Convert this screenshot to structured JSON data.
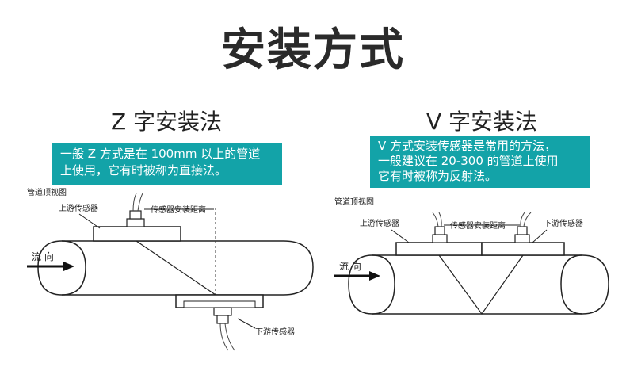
{
  "title": "安装方式",
  "z_method": {
    "heading": "Z 字安装法",
    "note_line1": "一般 Z 方式是在 100mm 以上的管道",
    "note_line2": "上使用，它有时被称为直接法。",
    "view_label": "管道顶视图",
    "upstream_label": "上游传感器",
    "distance_label": "传感器安装距离",
    "flow_label": "流 向",
    "downstream_label": "下游传感器"
  },
  "v_method": {
    "heading": "V 字安装法",
    "note_line1": "V 方式安装传感器是常用的方法，",
    "note_line2": "一般建议在 20-300 的管道上使用",
    "note_line3": "它有时被称为反射法。",
    "view_label": "管道顶视图",
    "upstream_label": "上游传感器",
    "distance_label": "传感器安装距离",
    "downstream_label": "下游传感器",
    "flow_label": "流 向"
  }
}
